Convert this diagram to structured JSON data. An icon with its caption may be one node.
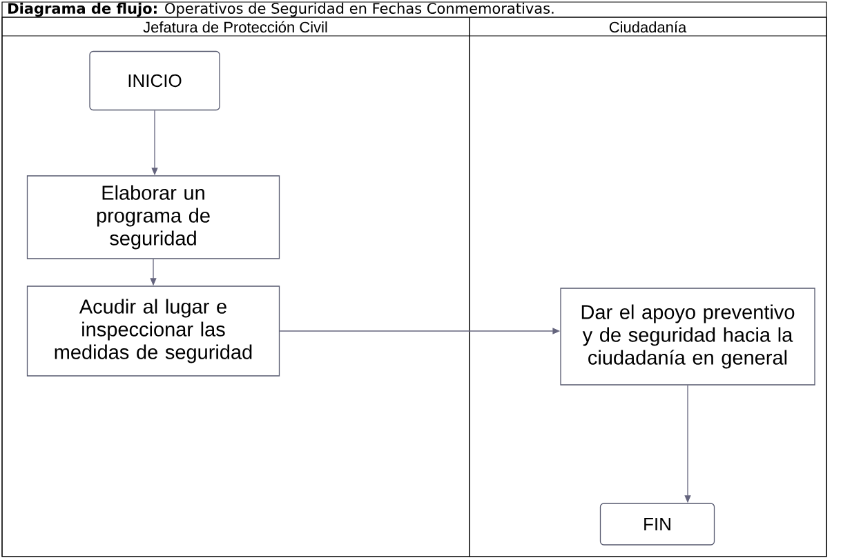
{
  "diagram": {
    "title": "**Diagrama de flujo:** Operativos de Seguridad en Fechas Conmemorativas.",
    "nodes": [
      {
        "text": [
          "Jefatura de Protección Civil"
        ]
      },
      {
        "text": [
          "Ciudadanía"
        ]
      },
      {
        "text": [
          "INICIO"
        ],
        "in": 0
      },
      {
        "text": [
          "Elaborar un programa de seguridad"
        ],
        "in": 0
      },
      {
        "text": [
          "Acudir al lugar e inspeccionar las medidas de seguridad"
        ],
        "in": 0
      },
      {
        "text": [
          "Dar el apoyo preventivo y de seguridad hacia la ciudadanía en general"
        ],
        "in": 1
      },
      {
        "text": [
          "FIN"
        ],
        "in": 1
      }
    ],
    "edges": [
      {
        "from": 2,
        "to": 3,
        "arrow": "to"
      },
      {
        "from": 3,
        "to": 4,
        "arrow": "to"
      },
      {
        "from": 4,
        "to": 5,
        "arrow": "to"
      },
      {
        "from": 5,
        "to": 6,
        "arrow": "to"
      }
    ]
  }
}
